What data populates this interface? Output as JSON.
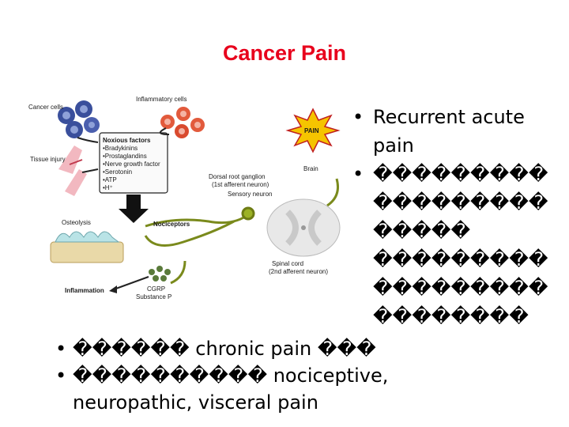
{
  "slide": {
    "title": "Cancer Pain"
  },
  "figure": {
    "labels": {
      "cancer_cells": "Cancer cells",
      "inflammatory_cells": "Inflammatory cells",
      "tissue_injury": "Tissue injury",
      "noxious_title": "Noxious factors",
      "bradykinins": "•Bradykinins",
      "prostaglandins": "•Prostaglandins",
      "ngf": "•Nerve growth factor",
      "serotonin": "•Serotonin",
      "atp": "•ATP",
      "hplus": "•H⁺",
      "pain": "PAIN",
      "brain": "Brain",
      "drg": "Dorsal root ganglion",
      "drg_sub": "(1st afferent neuron)",
      "nociceptors": "Nociceptors",
      "sensory_neuron": "Sensory neuron",
      "osteolysis": "Osteolysis",
      "spinal_cord": "Spinal cord",
      "spinal_sub": "(2nd afferent neuron)",
      "inflammation": "Inflammation",
      "cgrp": "CGRP",
      "substance_p": "Substance P"
    }
  },
  "right_bullets": {
    "b1_line1": "Recurrent acute",
    "b1_line2": "pain",
    "b2_line1": "���������",
    "b2_line2": "���������",
    "b2_line3": "�����",
    "b2_line4": "���������",
    "b2_line5": "���������",
    "b2_line6": "��������"
  },
  "bottom_bullets": {
    "b3": "������ chronic pain ���",
    "b4_line1": "���������� nociceptive,",
    "b4_line2": "neuropathic, visceral pain"
  },
  "bullet_char": "•",
  "colors": {
    "title": "#e8001c",
    "cancer_cell": "#3a4f9c",
    "inflammatory_cell": "#e25a3c",
    "nerve": "#7a8a1c",
    "pain_burst": "#f5c400",
    "bone": "#b9e3e6",
    "arrow": "#222222"
  }
}
